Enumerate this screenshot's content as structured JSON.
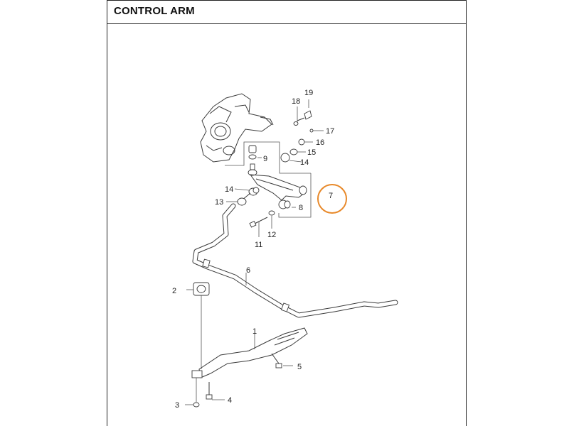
{
  "header": {
    "title": "CONTROL ARM"
  },
  "callouts": [
    {
      "id": "1",
      "label": "1"
    },
    {
      "id": "2",
      "label": "2"
    },
    {
      "id": "3",
      "label": "3"
    },
    {
      "id": "4",
      "label": "4"
    },
    {
      "id": "5",
      "label": "5"
    },
    {
      "id": "6",
      "label": "6"
    },
    {
      "id": "7",
      "label": "7"
    },
    {
      "id": "8",
      "label": "8"
    },
    {
      "id": "9",
      "label": "9"
    },
    {
      "id": "11",
      "label": "11"
    },
    {
      "id": "12",
      "label": "12"
    },
    {
      "id": "13",
      "label": "13"
    },
    {
      "id": "14a",
      "label": "14"
    },
    {
      "id": "14b",
      "label": "14"
    },
    {
      "id": "15",
      "label": "15"
    },
    {
      "id": "16",
      "label": "16"
    },
    {
      "id": "17",
      "label": "17"
    },
    {
      "id": "18",
      "label": "18"
    },
    {
      "id": "19",
      "label": "19"
    }
  ],
  "highlight": {
    "color": "#E8892A",
    "target": "7"
  }
}
